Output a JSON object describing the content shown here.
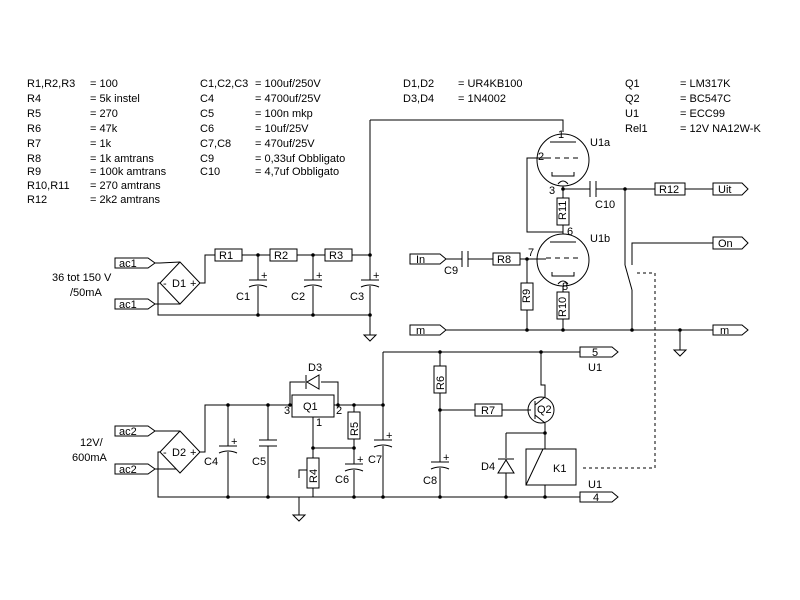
{
  "parts_list": [
    {
      "ref": "R1,R2,R3",
      "value": "= 100"
    },
    {
      "ref": "R4",
      "value": "= 5k instel"
    },
    {
      "ref": "R5",
      "value": "= 270"
    },
    {
      "ref": "R6",
      "value": "= 47k"
    },
    {
      "ref": "R7",
      "value": "= 1k"
    },
    {
      "ref": "R8",
      "value": "= 1k amtrans"
    },
    {
      "ref": "R9",
      "value": "= 100k amtrans"
    },
    {
      "ref": "R10,R11",
      "value": "= 270 amtrans"
    },
    {
      "ref": "R12",
      "value": "= 2k2 amtrans"
    },
    {
      "ref": "C1,C2,C3",
      "value": "= 100uf/250V"
    },
    {
      "ref": "C4",
      "value": "= 4700uf/25V"
    },
    {
      "ref": "C5",
      "value": "= 100n mkp"
    },
    {
      "ref": "C6",
      "value": "= 10uf/25V"
    },
    {
      "ref": "C7,C8",
      "value": "= 470uf/25V"
    },
    {
      "ref": "C9",
      "value": "= 0,33uf Obbligato"
    },
    {
      "ref": "C10",
      "value": "= 4,7uf Obbligato"
    },
    {
      "ref": "D1,D2",
      "value": "= UR4KB100"
    },
    {
      "ref": "D3,D4",
      "value": "= 1N4002"
    },
    {
      "ref": "Q1",
      "value": "= LM317K"
    },
    {
      "ref": "Q2",
      "value": "= BC547C"
    },
    {
      "ref": "U1",
      "value": "= ECC99"
    },
    {
      "ref": "Rel1",
      "value": "= 12V NA12W-K"
    }
  ],
  "supply_hv": {
    "line1": "36 tot 150 V",
    "line2": "/50mA"
  },
  "supply_lv": {
    "line1": "12V/",
    "line2": "600mA"
  },
  "ports": {
    "ac1a": "ac1",
    "ac1b": "ac1",
    "ac2a": "ac2",
    "ac2b": "ac2",
    "in": "In",
    "uit": "Uit",
    "on": "On",
    "m_left": "m",
    "m_right": "m",
    "p5": "5",
    "p4": "4"
  },
  "refs": {
    "D1": "D1",
    "D2": "D2",
    "D3": "D3",
    "D4": "D4",
    "R1": "R1",
    "R2": "R2",
    "R3": "R3",
    "R4": "R4",
    "R5": "R5",
    "R6": "R6",
    "R7": "R7",
    "R8": "R8",
    "R9": "R9",
    "R10": "R10",
    "R11": "R11",
    "R12": "R12",
    "C1": "C1",
    "C2": "C2",
    "C3": "C3",
    "C4": "C4",
    "C5": "C5",
    "C6": "C6",
    "C7": "C7",
    "C8": "C8",
    "C9": "C9",
    "C10": "C10",
    "Q1": "Q1",
    "Q2": "Q2",
    "K1": "K1",
    "U1a": "U1a",
    "U1b": "U1b",
    "U1_top": "U1",
    "U1_bot": "U1"
  },
  "pins": {
    "p1": "1",
    "p2": "2",
    "p3": "3",
    "p6": "6",
    "p7": "7",
    "p8": "8",
    "q1_1": "1",
    "q1_2": "2",
    "q1_3": "3"
  },
  "polarity": {
    "plus": "+",
    "minus": "-"
  }
}
